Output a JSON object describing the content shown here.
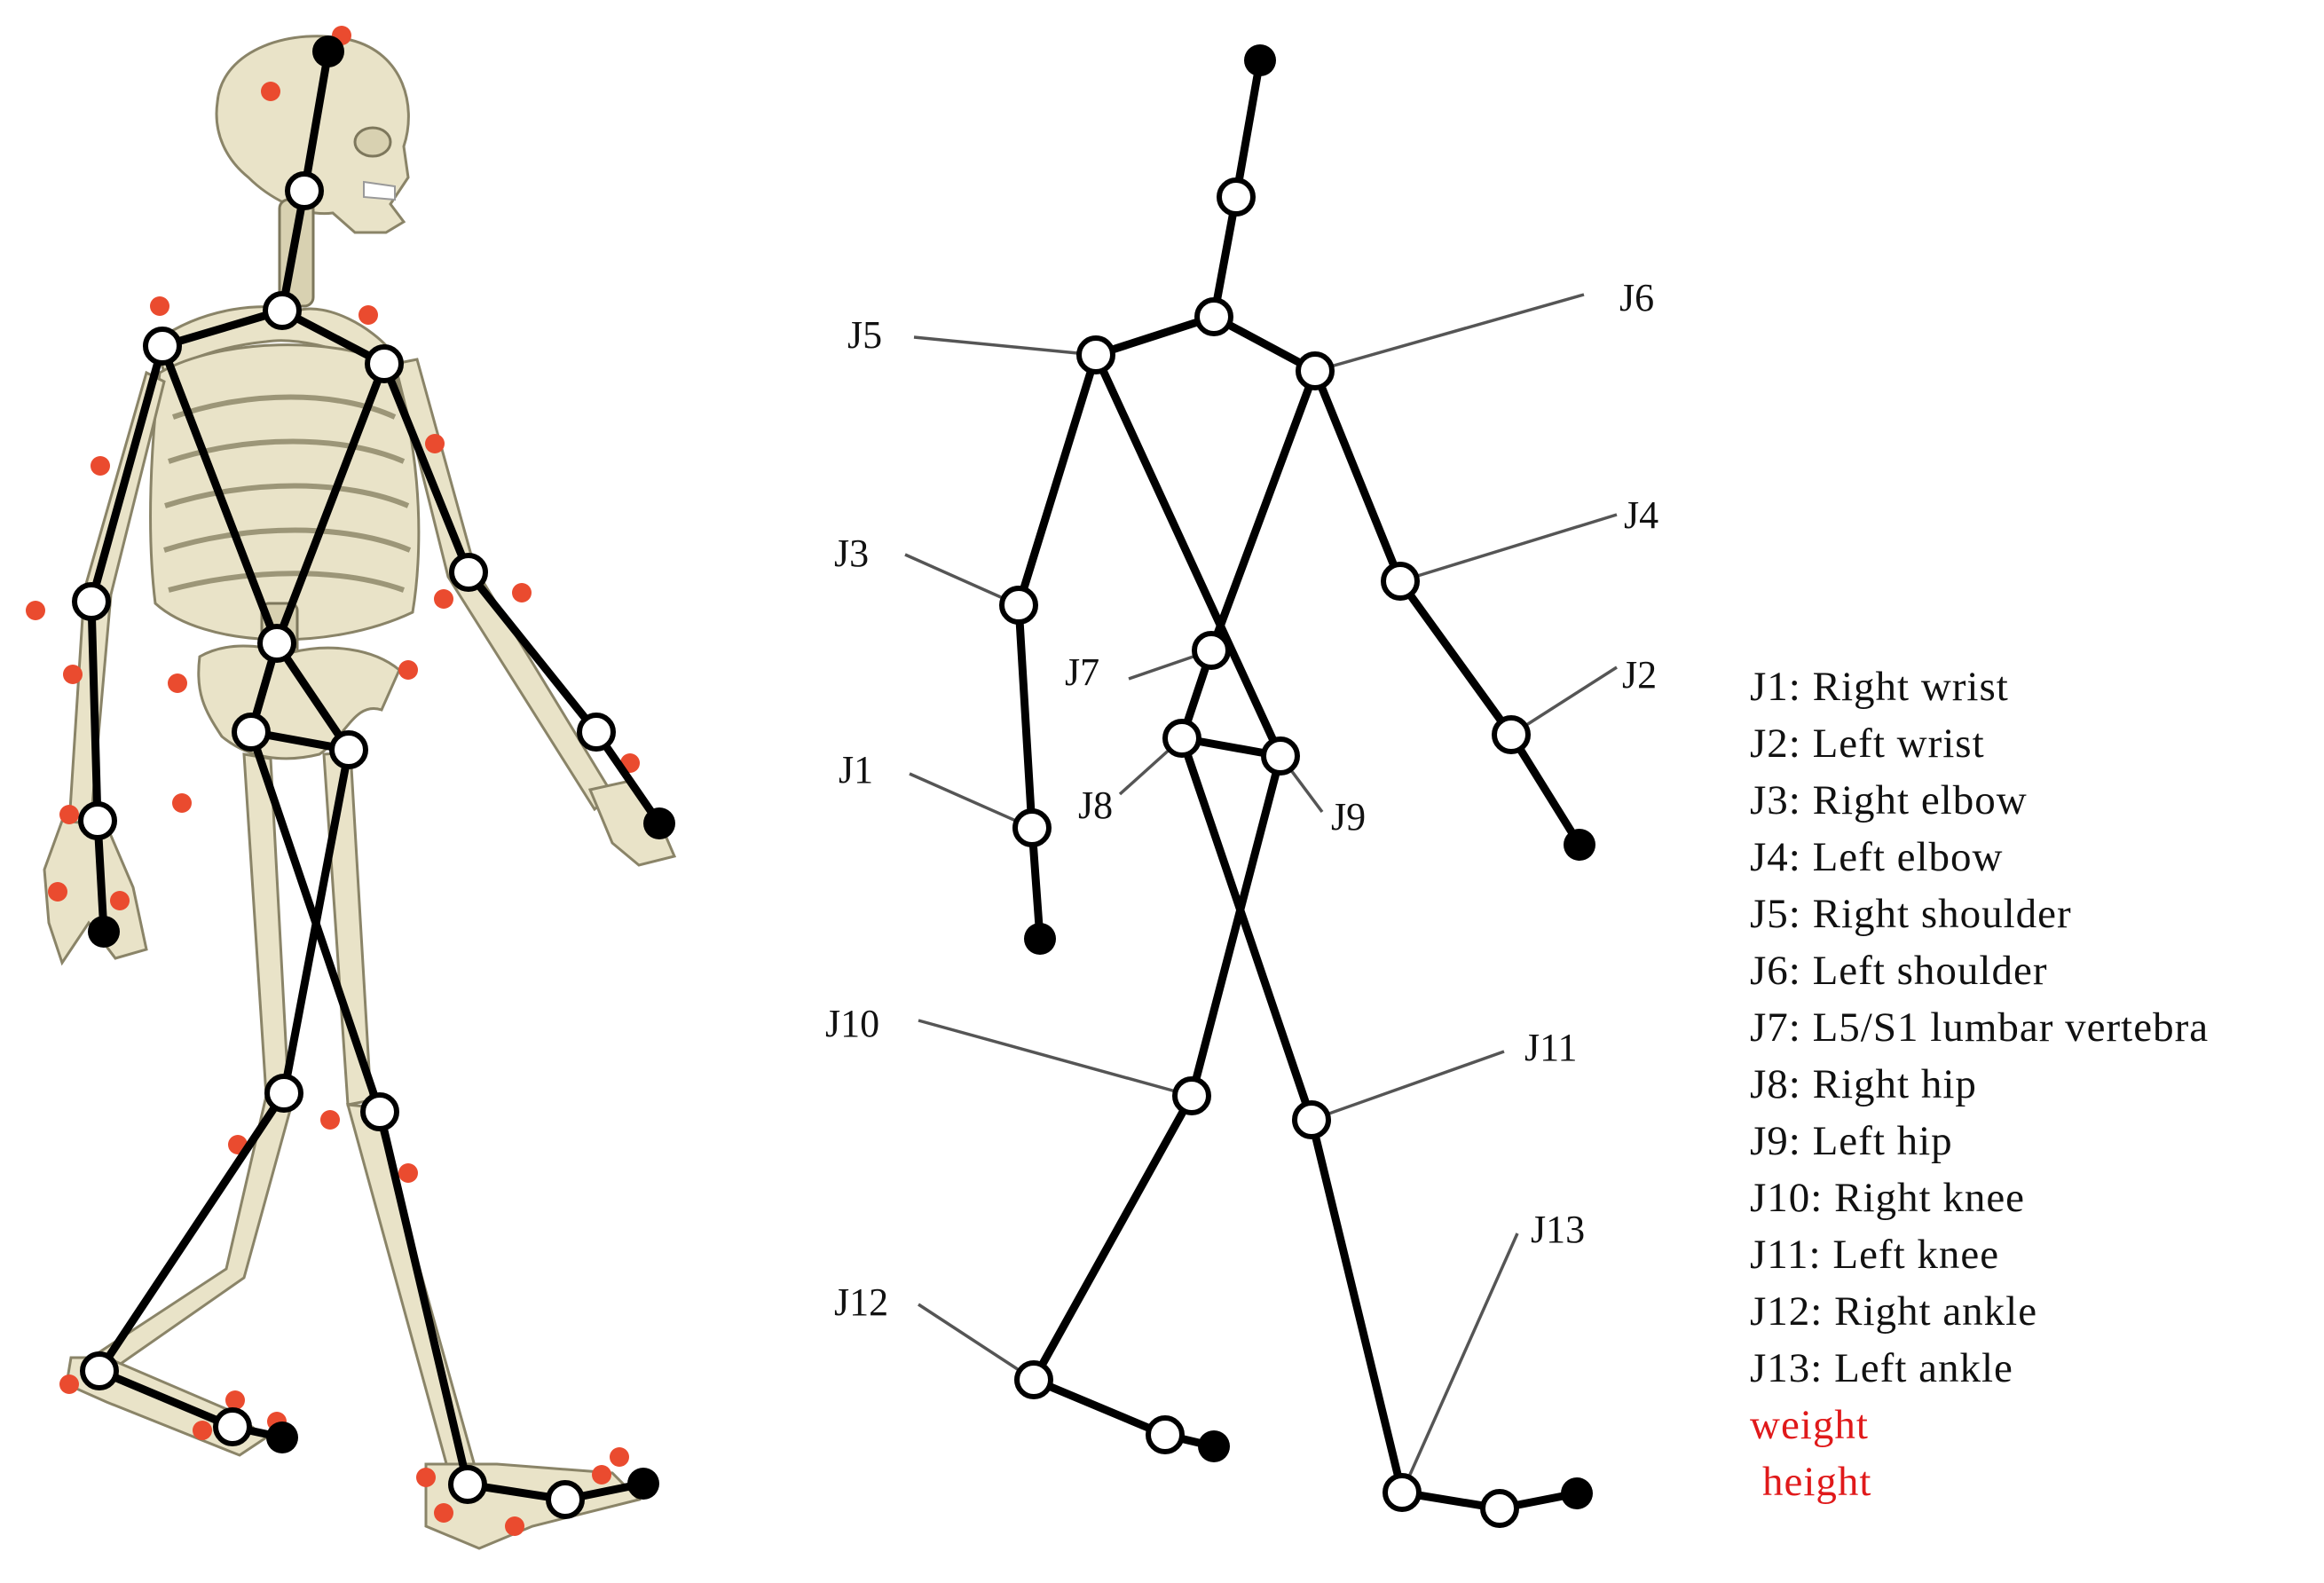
{
  "legend": {
    "items": [
      "J1: Right wrist",
      "J2: Left wrist",
      "J3: Right elbow",
      "J4: Left elbow",
      "J5: Right shoulder",
      "J6: Left shoulder",
      "J7: L5/S1 lumbar vertebra",
      "J8: Right hip",
      "J9: Left hip",
      "J10: Right knee",
      "J11: Left knee",
      "J12: Right ankle",
      "J13: Left ankle"
    ],
    "extras": [
      "weight",
      "height"
    ]
  },
  "joint_labels": [
    "J1",
    "J2",
    "J3",
    "J4",
    "J5",
    "J6",
    "J7",
    "J8",
    "J9",
    "J10",
    "J11",
    "J12",
    "J13"
  ],
  "colors": {
    "marker": "#ea4b2f",
    "extras_text": "#e0191a",
    "bone": "#e9e3c8",
    "line": "#000000"
  },
  "icons": {
    "joint": "open-circle",
    "end_point": "filled-circle",
    "skeleton": "skeleton-illustration"
  }
}
